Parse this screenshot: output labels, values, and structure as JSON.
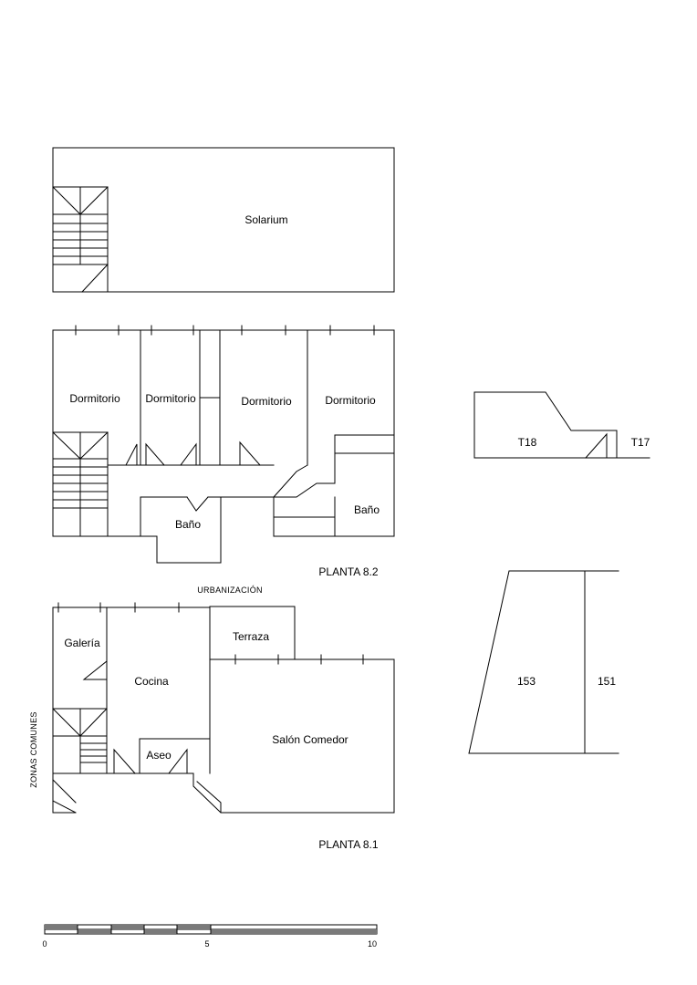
{
  "upper_floor": {
    "solarium_label": "Solarium"
  },
  "planta_82": {
    "title": "PLANTA 8.2",
    "rooms": {
      "dormitorio_1": "Dormitorio",
      "dormitorio_2": "Dormitorio",
      "dormitorio_3": "Dormitorio",
      "dormitorio_4": "Dormitorio",
      "bano_1": "Baño",
      "bano_2": "Baño"
    }
  },
  "planta_81": {
    "title": "PLANTA 8.1",
    "top_label": "URBANIZACIÓN",
    "side_label": "ZONAS COMUNES",
    "rooms": {
      "galeria": "Galería",
      "cocina": "Cocina",
      "terraza": "Terraza",
      "aseo": "Aseo",
      "salon": "Salón  Comedor"
    }
  },
  "parcels_top": {
    "left": "T18",
    "right": "T17"
  },
  "parcels_bottom": {
    "left": "153",
    "right": "151"
  },
  "scale_bar": {
    "ticks": [
      "0",
      "5",
      "10"
    ]
  }
}
